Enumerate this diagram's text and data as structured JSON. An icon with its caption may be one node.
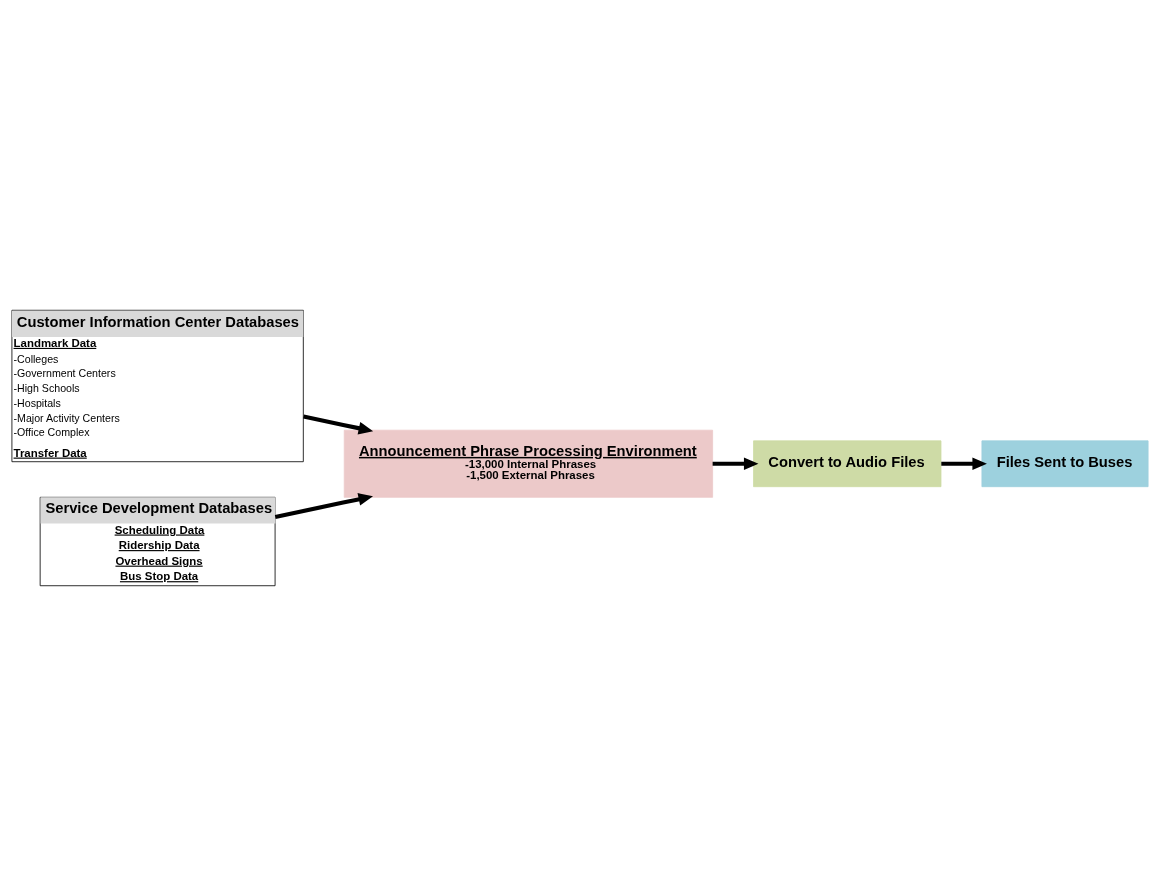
{
  "diagram": {
    "nodes": [
      {
        "text": [
          "Customer Information Center Databases",
          "Landmark Data",
          "-Colleges",
          "-Government Centers",
          "-High Schools",
          "-Hospitals",
          "-Major Activity Centers",
          "-Office Complex",
          "Transfer Data"
        ]
      },
      {
        "text": [
          "Announcement Phrase Processing Environment",
          "-13,000 Internal Phrases",
          "-1,500 External Phrases"
        ]
      },
      {
        "text": [
          "Convert to Audio Files"
        ]
      },
      {
        "text": [
          "Files Sent to Buses"
        ]
      },
      {
        "text": [
          "Service Development Databases",
          "Scheduling Data",
          "Ridership Data",
          "Overhead Signs",
          "Bus Stop Data"
        ]
      }
    ],
    "edges": [
      {
        "from": 0,
        "to": 1,
        "arrow": "to"
      },
      {
        "from": 4,
        "to": 1,
        "arrow": "to"
      },
      {
        "from": 1,
        "to": 2,
        "arrow": "to"
      },
      {
        "from": 2,
        "to": 3,
        "arrow": "to"
      }
    ]
  }
}
